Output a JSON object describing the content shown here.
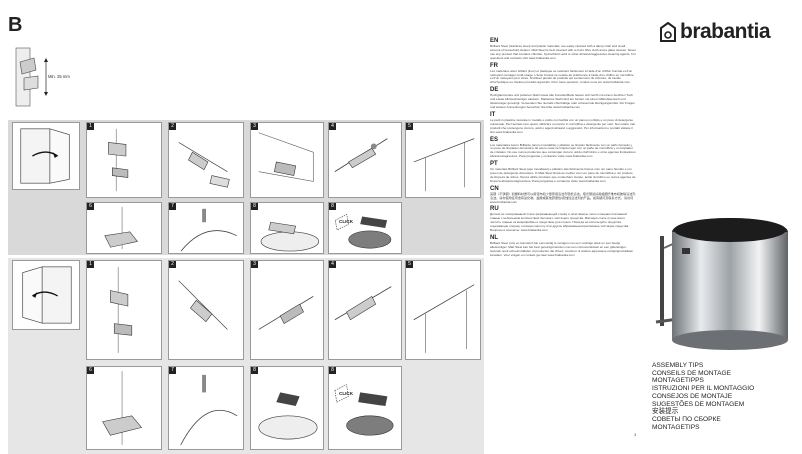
{
  "section_letter": "B",
  "dimension_label": "Min. 25 mm",
  "panel_numbers": [
    "1",
    "2",
    "3",
    "4",
    "5",
    "6",
    "7",
    "8",
    "1",
    "2",
    "3",
    "4",
    "5",
    "6",
    "7",
    "8"
  ],
  "click_label": "CLICK",
  "logo_text": "brabantia",
  "languages": [
    {
      "code": "EN",
      "text": "Brilliant Steel (stainless steel) and plastic materials, are easily cleaned with a damp cloth and small amount of household cleaner. Matt Steel is best cleaned with a micro fibre cloth and a glass cleaner. Never use any product that contains chloride, hydrochloric acid or other abrasive/aggressive cleaning agents. For questions and contacts visit www.brabantia.com"
    },
    {
      "code": "FR",
      "text": "Les matériaux acier brillant (inox) et plastique se nettoient facilement à l'aide d'un chiffon humide et d'un nettoyant ménager multi-usage. L'acier brossé se nettoie de préférence à l'aide d'un chiffon en microfibre et d'un nettoyant pour vitres. N'utilisez jamais de produits qui contiennent du chlorure, de l'acide chlorhydrique ou d'autres produits agressifs. Pour toute question, rendez-vous sur www.brabantia.com"
    },
    {
      "code": "DE",
      "text": "Hochglanzendes und poliertes Stahl sowie alle Kunststoffteile lassen sich leicht mit einem feuchten Tuch und etwas Allzweckreiniger säubern. Mattiertes Stahl wird am besten mit einem Mikrofasertuch und Glasreiniger gereinigt. Verwenden Sie niemals chlorhaltige oder scheuernde Reinigungsmittel. Für Fragen und weitere Anmerkungen besuchen Sie bitte www.brabantia.com"
    },
    {
      "code": "IT",
      "text": "Le parti in plastica, lavorate in metallo e pulito con facilità con un panno morbido e un poco di detergente universale. Per l'acciaio inox opaco utilizzare un panno in microfibra e detergente per vetri. Non usare mai prodotti che contengono cloruro, acidi o agenti abrasivi o aggressivi. Per informazioni e contatti visitare il sito www.brabantia.com"
    },
    {
      "code": "ES",
      "text": "Los materiales Acero Brillante (acero inoxidable) y plástico se limpian fácilmente con un paño húmedo y un poco de limpiador doméstico. El acero mate se limpia mejor con un paño de microfibra y un limpiador de cristales. No use nunca productos que contengan cloruro, ácido clorhídrico u otros agentes limpiadores abrasivos/agresivos. Para preguntas y contactos visite www.brabantia.com"
    },
    {
      "code": "PT",
      "text": "Os materiais Brilliant Steel (aço inoxidável) e plástico são facilmente limpos com um pano húmido e um pouco de detergente doméstico. O Matt Steel limpa-se melhor com um pano de microfibra e um produto de limpeza de vidros. Nunca utilize produtos que contenham cloreto, ácido clorídrico ou outros agentes de limpeza abrasivos/agressivos. Para perguntas e contactos visite www.brabantia.com"
    },
    {
      "code": "CN",
      "text": "亮钢（不锈钢）和塑料材质可以用湿布和少量家用清洁剂轻松清洁。哑光钢最好用超细纤维布和玻璃清洁剂清洁。请勿使用任何含有氯化物、盐酸或其他研磨性/腐蚀性清洁剂的产品。如有疑问及联系方式，请访问 www.brabantia.com"
    },
    {
      "code": "RU",
      "text": "Детали из полированной стали (нержавеющей стали) и пластмассы легко очищаются влажной тканью с небольшим количеством бытового чистящего средства. Матовую сталь лучше всего чистить тканью из микрофибры и средством для стекол. Никогда не используйте средства, содержащие хлорид, соляную кислоту или другие абразивные/агрессивные чистящие средства. Вопросы и контакты: www.brabantia.com"
    },
    {
      "code": "NL",
      "text": "Brilliant Steel (rvs) en kunststof zijn eenvoudig te reinigen met een vochtige doek en een beetje allesreiniger. Matt Steel kan het best gereinigd worden met een microvezeldoek en een glasreiniger. Gebruik nooit schuurmiddelen of producten die chloor, zoutzuur of andere agressieve reinigingsmiddelen bevatten. Voor vragen en contact ga naar www.brabantia.com"
    }
  ],
  "assembly_titles": [
    "ASSEMBLY TIPS",
    "CONSEILS DE MONTAGE",
    "MONTAGETIPPS",
    "ISTRUZIONI PER IL MONTAGGIO",
    "CONSEJOS DE MONTAJE",
    "SUGESTÕES DE MONTAGEM",
    "安装提示",
    "СОВЕТЫ ПО СБОРКЕ",
    "MONTAGETIPS"
  ],
  "page_number": "3",
  "colors": {
    "band": "#d9d9d9",
    "ink": "#222222",
    "steel": "#c8cbce",
    "lid": "#2a2a2a"
  }
}
